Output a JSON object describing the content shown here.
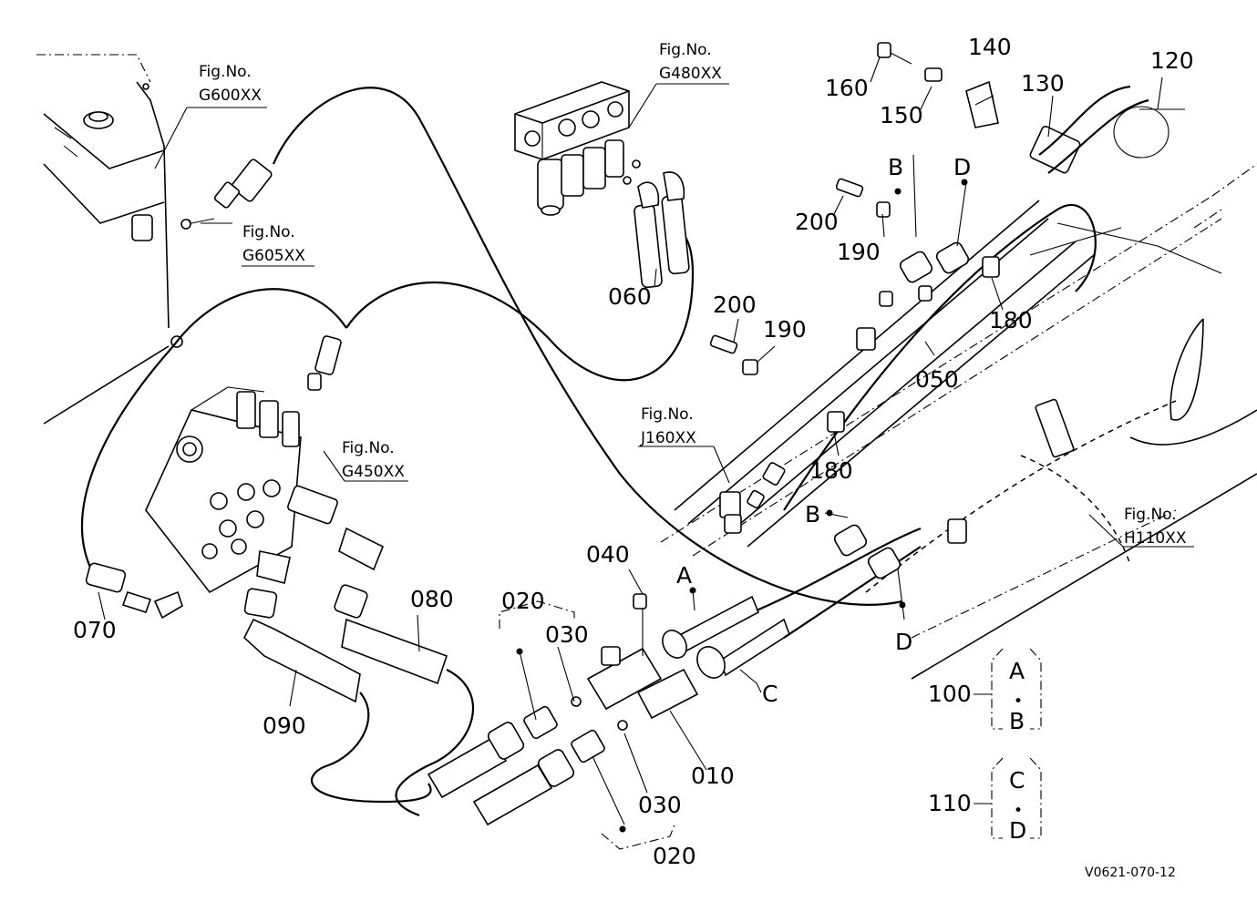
{
  "diagram": {
    "code": "V0621-070-12",
    "fig_refs": [
      {
        "id": "g600",
        "line1": "Fig.No.",
        "line2": "G600XX"
      },
      {
        "id": "g605",
        "line1": "Fig.No.",
        "line2": "G605XX"
      },
      {
        "id": "g480",
        "line1": "Fig.No.",
        "line2": "G480XX"
      },
      {
        "id": "g450",
        "line1": "Fig.No.",
        "line2": "G450XX"
      },
      {
        "id": "j160",
        "line1": "Fig.No.",
        "line2": "J160XX"
      },
      {
        "id": "h110",
        "line1": "Fig.No.",
        "line2": "H110XX"
      }
    ],
    "parts": {
      "p010": "010",
      "p020a": "020",
      "p020b": "020",
      "p030a": "030",
      "p030b": "030",
      "p040": "040",
      "p050": "050",
      "p060": "060",
      "p070": "070",
      "p080": "080",
      "p090": "090",
      "p100": "100",
      "p110": "110",
      "p120": "120",
      "p130": "130",
      "p140": "140",
      "p150": "150",
      "p160": "160",
      "p180a": "180",
      "p180b": "180",
      "p190a": "190",
      "p190b": "190",
      "p200a": "200",
      "p200b": "200"
    },
    "letters": {
      "a": "A",
      "b_top": "B",
      "b_mid": "B",
      "c": "C",
      "d_top": "D",
      "d_low": "D",
      "set100_a": "A",
      "set100_dot": "•",
      "set100_b": "B",
      "set110_c": "C",
      "set110_dot": "•",
      "set110_d": "D"
    }
  }
}
